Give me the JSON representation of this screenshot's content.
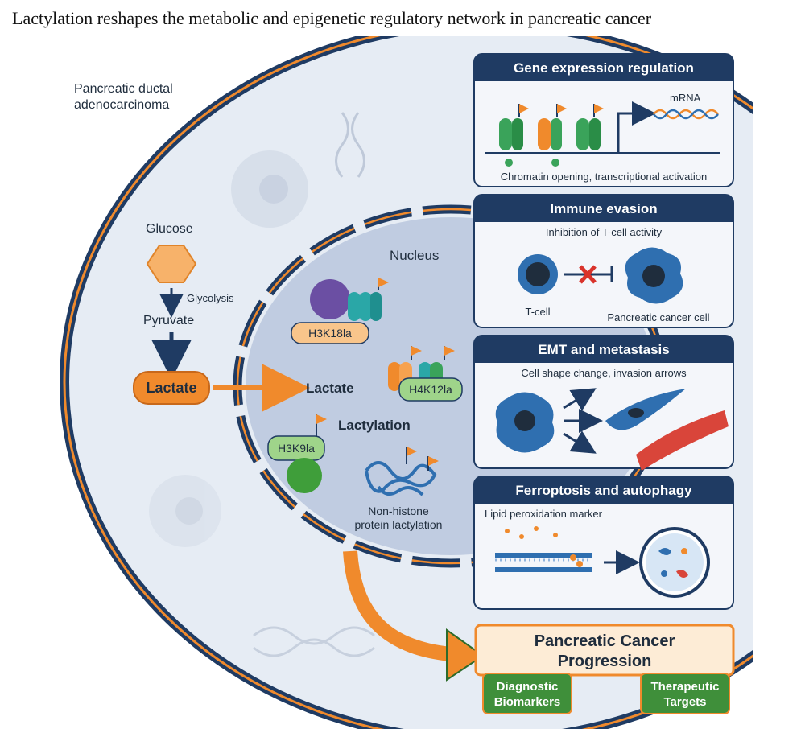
{
  "title": "Lactylation reshapes the metabolic and epigenetic regulatory network in pancreatic cancer",
  "colors": {
    "navy": "#1f3b63",
    "orange": "#f08a2c",
    "green": "#3f8f3a",
    "cell_bg": "#e6ecf4",
    "nucleus": "#b9c7dd"
  },
  "left": {
    "tissue_label_1": "Pancreatic ductal",
    "tissue_label_2": "adenocarcinoma",
    "glucose": "Glucose",
    "glycolysis": "Glycolysis",
    "pyruvate": "Pyruvate",
    "lactate": "Lactate"
  },
  "nucleus": {
    "label": "Nucleus",
    "lactate": "Lactate",
    "lactylation": "Lactylation",
    "h3k18la": "H3K18la",
    "h4k12la": "H4K12la",
    "h3k9la": "H3K9la",
    "non_histone_1": "Non-histone",
    "non_histone_2": "protein lactylation"
  },
  "panels": {
    "gene": {
      "title": "Gene expression regulation",
      "mrna": "mRNA",
      "caption": "Chromatin opening, transcriptional activation"
    },
    "immune": {
      "title": "Immune evasion",
      "subtitle": "Inhibition of T-cell activity",
      "tcell": "T-cell",
      "cancer_cell": "Pancreatic cancer cell"
    },
    "emt": {
      "title": "EMT and metastasis",
      "subtitle": "Cell shape change, invasion arrows"
    },
    "ferro": {
      "title": "Ferroptosis and autophagy",
      "subtitle": "Lipid peroxidation marker"
    }
  },
  "outcome": {
    "progression_1": "Pancreatic Cancer",
    "progression_2": "Progression",
    "diagnostic_1": "Diagnostic",
    "diagnostic_2": "Biomarkers",
    "therapeutic_1": "Therapeutic",
    "therapeutic_2": "Targets"
  }
}
